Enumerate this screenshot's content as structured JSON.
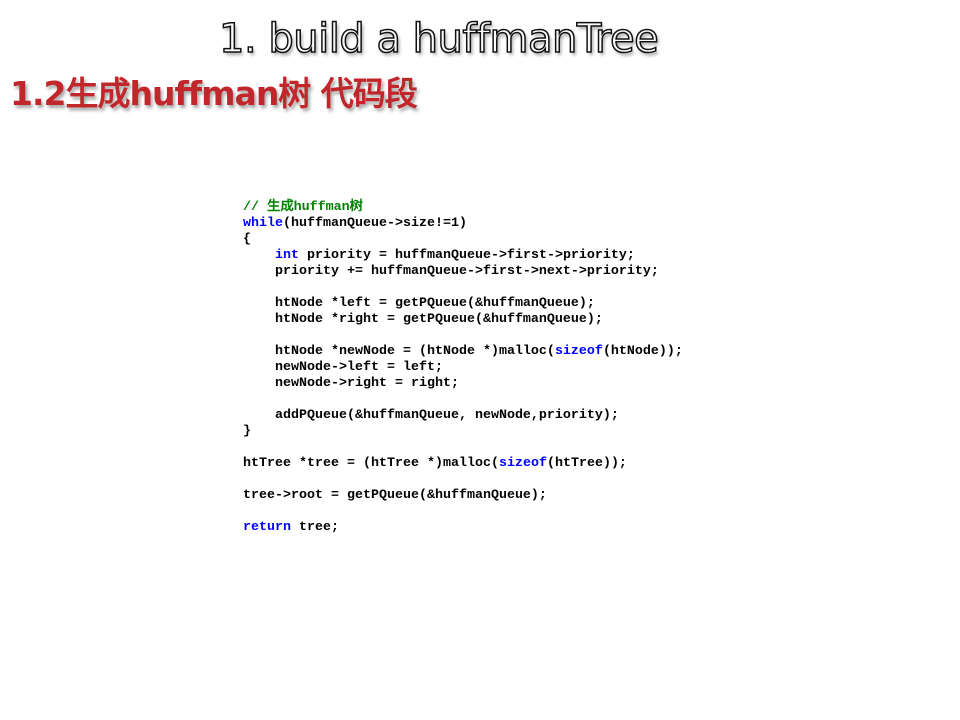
{
  "slide": {
    "title": "1. build a huffmanTree",
    "subtitle": "1.2生成huffman树 代码段"
  },
  "code": {
    "lines": [
      [
        {
          "t": "cm",
          "s": "// 生成huffman树"
        }
      ],
      [
        {
          "t": "kw",
          "s": "while"
        },
        {
          "t": "",
          "s": "(huffmanQueue->size!=1)"
        }
      ],
      [
        {
          "t": "",
          "s": "{"
        }
      ],
      [
        {
          "t": "",
          "s": "    "
        },
        {
          "t": "kw",
          "s": "int"
        },
        {
          "t": "",
          "s": " priority = huffmanQueue->first->priority;"
        }
      ],
      [
        {
          "t": "",
          "s": "    priority += huffmanQueue->first->next->priority;"
        }
      ],
      [],
      [
        {
          "t": "",
          "s": "    htNode *left = getPQueue(&huffmanQueue);"
        }
      ],
      [
        {
          "t": "",
          "s": "    htNode *right = getPQueue(&huffmanQueue);"
        }
      ],
      [],
      [
        {
          "t": "",
          "s": "    htNode *newNode = (htNode *)malloc("
        },
        {
          "t": "kw",
          "s": "sizeof"
        },
        {
          "t": "",
          "s": "(htNode));"
        }
      ],
      [
        {
          "t": "",
          "s": "    newNode->left = left;"
        }
      ],
      [
        {
          "t": "",
          "s": "    newNode->right = right;"
        }
      ],
      [],
      [
        {
          "t": "",
          "s": "    addPQueue(&huffmanQueue, newNode,priority);"
        }
      ],
      [
        {
          "t": "",
          "s": "}"
        }
      ],
      [],
      [
        {
          "t": "",
          "s": "htTree *tree = (htTree *)malloc("
        },
        {
          "t": "kw",
          "s": "sizeof"
        },
        {
          "t": "",
          "s": "(htTree));"
        }
      ],
      [],
      [
        {
          "t": "",
          "s": "tree->root = getPQueue(&huffmanQueue);"
        }
      ],
      [],
      [
        {
          "t": "kw",
          "s": "return"
        },
        {
          "t": "",
          "s": " tree;"
        }
      ]
    ],
    "colors": {
      "keyword": "#0000ff",
      "comment": "#008000",
      "text": "#000000"
    }
  }
}
